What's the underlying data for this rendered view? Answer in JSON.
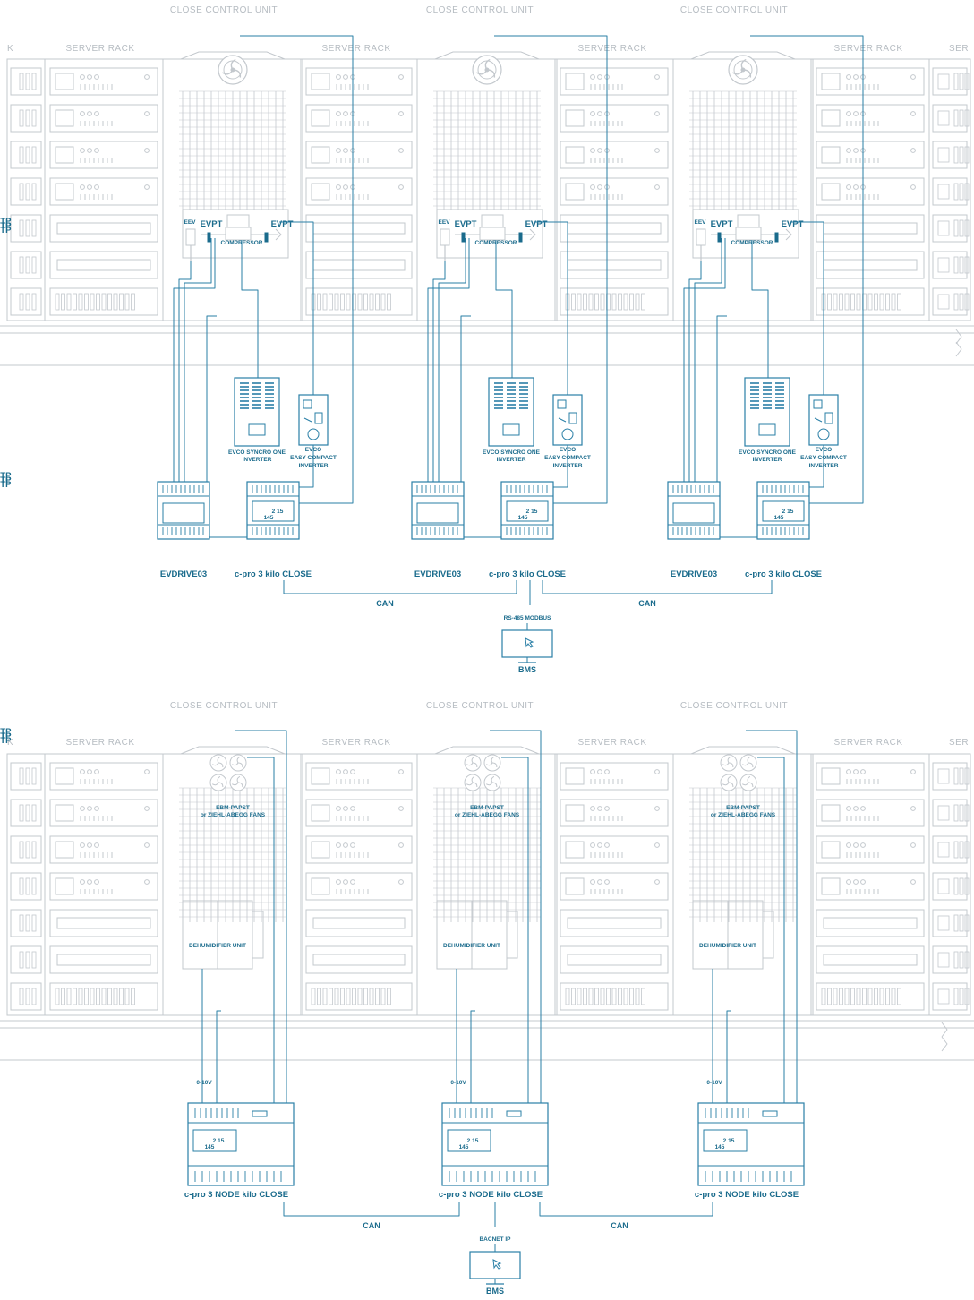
{
  "labels": {
    "close_control_unit": "CLOSE CONTROL UNIT",
    "server_rack": "SERVER RACK",
    "server_rack_edge_left": "K",
    "server_rack_edge_right": "SER",
    "evtp": "EVTP",
    "evpt": "EVPT",
    "eev": "EEV",
    "compressor": "COMPRESSOR",
    "syncro_l1": "EVCO SYNCRO ONE",
    "syncro_l2": "INVERTER",
    "easy_l1": "EVCO",
    "easy_l2": "EASY COMPACT",
    "easy_l3": "INVERTER",
    "evdrive": "EVDRIVE03",
    "cpro_kilo": "c-pro 3 kilo CLOSE",
    "cpro_node": "c-pro 3 NODE kilo CLOSE",
    "can": "CAN",
    "rs485": "RS-485 MODBUS",
    "bacnet": "BACNET IP",
    "bms": "BMS",
    "fans_l1": "EBM-PAPST",
    "fans_l2": "or ZIEHL-ABEGG FANS",
    "dehumidifier": "DEHUMIDIFIER UNIT",
    "v010": "0-10V",
    "lcd_main": "2 15",
    "lcd_sub": "145"
  },
  "colors": {
    "accent": "#1a6b8c",
    "line": "#2a7fa6",
    "grey": "#c3c8cd",
    "grey_text": "#b6bcc2"
  }
}
